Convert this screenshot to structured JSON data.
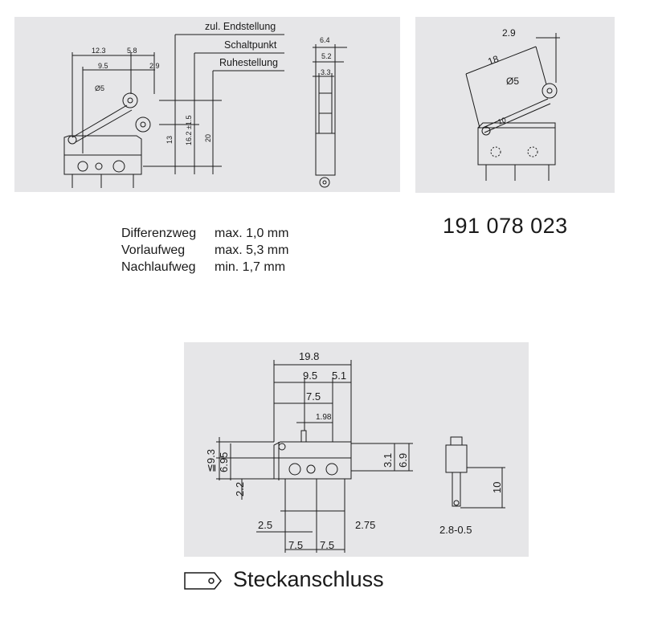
{
  "panel_top_left": {
    "labels": {
      "endstellung": "zul. Endstellung",
      "schaltpunkt": "Schaltpunkt",
      "ruhestellung": "Ruhestellung"
    },
    "dims": {
      "d12_3": "12.3",
      "d5_8": "5.8",
      "d9_5": "9.5",
      "d2_9": "2.9",
      "dia5": "Ø5",
      "d13": "13",
      "d16_2": "16.2 ±1.5",
      "d20": "20",
      "d6_4": "6.4",
      "d5_2": "5.2",
      "d3_3": "3.3"
    }
  },
  "panel_top_right": {
    "dims": {
      "d2_9": "2.9",
      "d18": "18",
      "dia5": "Ø5",
      "d10": "10"
    }
  },
  "specs": [
    {
      "label": "Differenzweg",
      "value": "max. 1,0 mm"
    },
    {
      "label": "Vorlaufweg",
      "value": "max. 5,3 mm"
    },
    {
      "label": "Nachlaufweg",
      "value": "min.  1,7 mm"
    }
  ],
  "part_number": "191 078 023",
  "panel_bottom": {
    "dims": {
      "d19_8": "19.8",
      "d9_5": "9.5",
      "d5_1": "5.1",
      "d7_5": "7.5",
      "d1_98": "1.98",
      "d9_3": "≦9.3",
      "d6_95": "6.95",
      "d2_2": "2.2",
      "d3_1": "3.1",
      "d6_9": "6.9",
      "d2_5": "2.5",
      "d2_75": "2.75",
      "d7_5a": "7.5",
      "d7_5b": "7.5",
      "d10": "10",
      "d2_8": "2.8-0.5"
    }
  },
  "caption": "Steckanschluss"
}
